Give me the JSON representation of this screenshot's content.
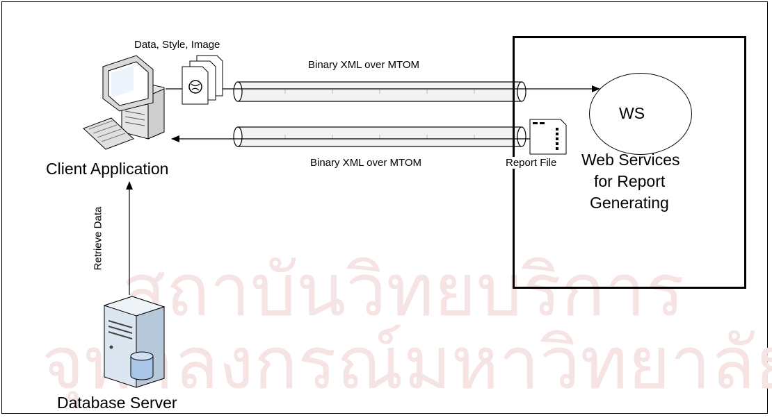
{
  "watermark": {
    "line1": "สถาบันวิทยบริการ",
    "line2": "จุฬาลงกรณ์มหาวิทยาลัย"
  },
  "labels": {
    "data_style_image": "Data, Style, Image",
    "binary_xml_top": "Binary XML over MTOM",
    "binary_xml_bottom": "Binary XML over MTOM",
    "client_application": "Client Application",
    "retrieve_data": "Retrieve Data",
    "database_server": "Database Server",
    "report_file": "Report File",
    "ws": "WS",
    "web_services_line1": "Web Services",
    "web_services_line2": "for Report",
    "web_services_line3": "Generating"
  },
  "colors": {
    "watermark": "#f6e3e3",
    "server_body": "#c9d8e6",
    "database_cylinder": "#a9c6e8"
  },
  "icons": {
    "client": "computer-icon",
    "server": "server-icon",
    "database": "database-icon",
    "documents": "document-stack-icon",
    "report": "report-file-icon"
  }
}
